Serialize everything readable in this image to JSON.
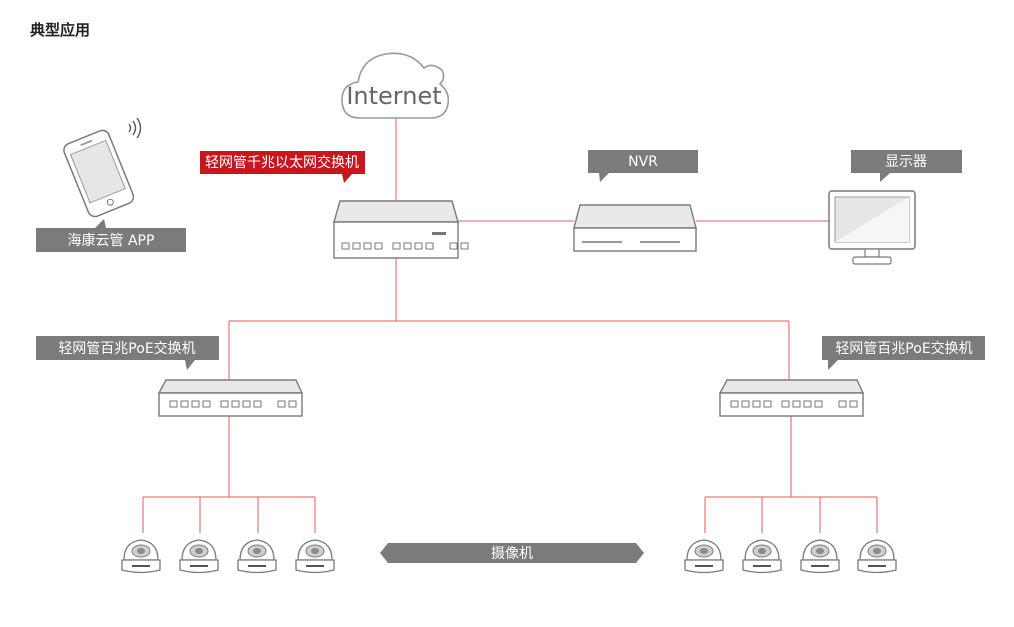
{
  "title": "典型应用",
  "colors": {
    "wire": "#e85b5b",
    "label_gray": "#7b7b7b",
    "label_red": "#c9161e",
    "device_stroke": "#7a7a7a"
  },
  "cloud": {
    "label": "Internet"
  },
  "labels": {
    "core_switch": "轻网管千兆以太网交换机",
    "nvr": "NVR",
    "display": "显示器",
    "app": "海康云管 APP",
    "poe_left": "轻网管百兆PoE交换机",
    "poe_right": "轻网管百兆PoE交换机",
    "cameras": "摄像机"
  },
  "camera_groups": [
    {
      "side": "left",
      "count": 4
    },
    {
      "side": "right",
      "count": 4
    }
  ],
  "icons": [
    "cloud-icon",
    "phone-icon",
    "wifi-icon",
    "switch-icon",
    "nvr-icon",
    "monitor-icon",
    "dome-camera-icon",
    "double-arrow-icon"
  ]
}
